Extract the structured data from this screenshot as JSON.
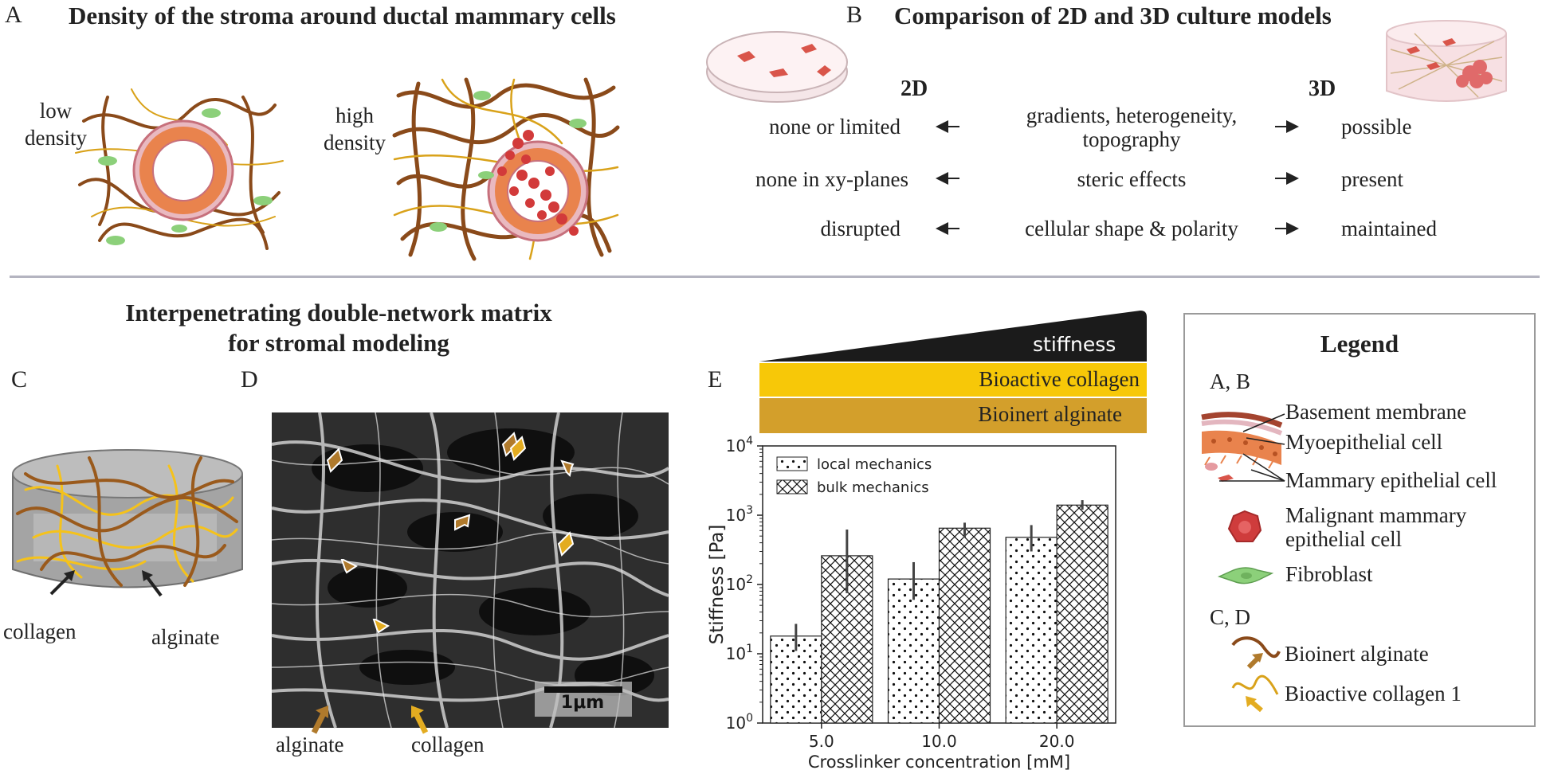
{
  "panelA": {
    "label": "A",
    "title": "Density of the stroma around ductal mammary cells",
    "low_label": "low\ndensity",
    "high_label": "high\ndensity"
  },
  "panelB": {
    "label": "B",
    "title": "Comparison of 2D and 3D culture models",
    "col2d": "2D",
    "col3d": "3D",
    "rows": [
      {
        "left": "none or limited",
        "middle": "gradients, heterogeneity,\ntopography",
        "right": "possible"
      },
      {
        "left": "none in xy-planes",
        "middle": "steric effects",
        "right": "present"
      },
      {
        "left": "disrupted",
        "middle": "cellular shape & polarity",
        "right": "maintained"
      }
    ]
  },
  "section2": {
    "title": "Interpenetrating double-network matrix\nfor stromal modeling"
  },
  "panelC": {
    "label": "C",
    "collagen": "collagen",
    "alginate": "alginate"
  },
  "panelD": {
    "label": "D",
    "scalebar": "1μm",
    "alginate": "alginate",
    "collagen": "collagen"
  },
  "panelE": {
    "label": "E",
    "stiffness_wedge": "stiffness",
    "bioactive_bar": "Bioactive collagen",
    "bioinert_bar": "Bioinert alginate",
    "colors": {
      "wedge": "#1b1b1b",
      "collagen": "#f7c808",
      "alginate": "#d39f2b"
    }
  },
  "chart_data": {
    "type": "bar",
    "categories": [
      "5.0",
      "10.0",
      "20.0"
    ],
    "xlabel": "Crosslinker concentration [mM]",
    "ylabel": "Stiffness [Pa]",
    "yscale": "log",
    "ylim": [
      1,
      10000
    ],
    "yticks": [
      {
        "value": 1,
        "base": "10",
        "exp": "0"
      },
      {
        "value": 10,
        "base": "10",
        "exp": "1"
      },
      {
        "value": 100,
        "base": "10",
        "exp": "2"
      },
      {
        "value": 1000,
        "base": "10",
        "exp": "3"
      },
      {
        "value": 10000,
        "base": "10",
        "exp": "4"
      }
    ],
    "legend_position": "top-left",
    "series": [
      {
        "name": "local mechanics",
        "hatch": "dots",
        "values": [
          18,
          120,
          480
        ],
        "err_low": [
          11,
          60,
          300
        ],
        "err_high": [
          27,
          210,
          720
        ]
      },
      {
        "name": "bulk mechanics",
        "hatch": "crosshatch",
        "values": [
          260,
          650,
          1400
        ],
        "err_low": [
          75,
          480,
          1200
        ],
        "err_high": [
          620,
          780,
          1650
        ]
      }
    ]
  },
  "legend": {
    "title": "Legend",
    "groupAB": "A, B",
    "items_ab": [
      {
        "icon": "basement-membrane-icon",
        "label": "Basement membrane"
      },
      {
        "icon": "myoepithelial-cell-icon",
        "label": "Myoepithelial cell"
      },
      {
        "icon": "mammary-epithelial-cell-icon",
        "label": "Mammary epithelial cell"
      },
      {
        "icon": "malignant-cell-icon",
        "label": "Malignant mammary\nepithelial cell"
      },
      {
        "icon": "fibroblast-icon",
        "label": "Fibroblast"
      }
    ],
    "groupCD": "C, D",
    "items_cd": [
      {
        "icon": "alginate-fiber-icon",
        "label": "Bioinert alginate"
      },
      {
        "icon": "collagen-fiber-icon",
        "label": "Bioactive collagen 1"
      }
    ]
  }
}
